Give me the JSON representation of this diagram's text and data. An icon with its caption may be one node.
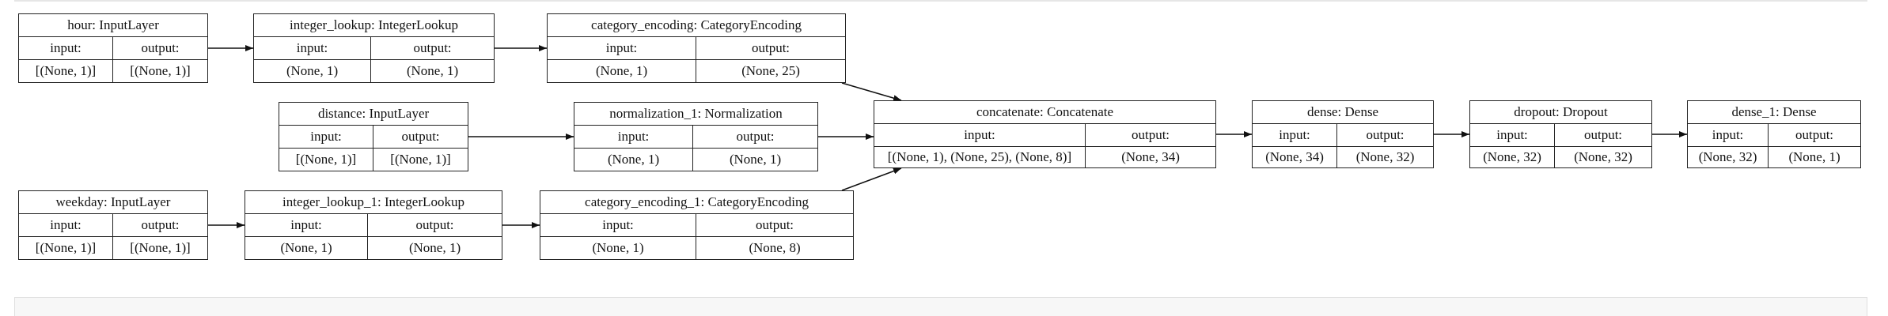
{
  "diagram": {
    "nodes": [
      {
        "text": [
          "hour: InputLayer",
          "input:",
          "output:",
          "[(None, 1)]",
          "[(None, 1)]"
        ]
      },
      {
        "text": [
          "integer_lookup: IntegerLookup",
          "input:",
          "output:",
          "(None, 1)",
          "(None, 1)"
        ]
      },
      {
        "text": [
          "category_encoding: CategoryEncoding",
          "input:",
          "output:",
          "(None, 1)",
          "(None, 25)"
        ]
      },
      {
        "text": [
          "distance: InputLayer",
          "input:",
          "output:",
          "[(None, 1)]",
          "[(None, 1)]"
        ]
      },
      {
        "text": [
          "normalization_1: Normalization",
          "input:",
          "output:",
          "(None, 1)",
          "(None, 1)"
        ]
      },
      {
        "text": [
          "concatenate: Concatenate",
          "input:",
          "output:",
          "[(None, 1), (None, 25), (None, 8)]",
          "(None, 34)"
        ]
      },
      {
        "text": [
          "dense: Dense",
          "input:",
          "output:",
          "(None, 34)",
          "(None, 32)"
        ]
      },
      {
        "text": [
          "dropout: Dropout",
          "input:",
          "output:",
          "(None, 32)",
          "(None, 32)"
        ]
      },
      {
        "text": [
          "dense_1: Dense",
          "input:",
          "output:",
          "(None, 32)",
          "(None, 1)"
        ]
      },
      {
        "text": [
          "weekday: InputLayer",
          "input:",
          "output:",
          "[(None, 1)]",
          "[(None, 1)]"
        ]
      },
      {
        "text": [
          "integer_lookup_1: IntegerLookup",
          "input:",
          "output:",
          "(None, 1)",
          "(None, 1)"
        ]
      },
      {
        "text": [
          "category_encoding_1: CategoryEncoding",
          "input:",
          "output:",
          "(None, 1)",
          "(None, 8)"
        ]
      }
    ],
    "edges": [
      {
        "from": 0,
        "to": 1,
        "arrow": "to"
      },
      {
        "from": 1,
        "to": 2,
        "arrow": "to"
      },
      {
        "from": 2,
        "to": 5,
        "arrow": "to"
      },
      {
        "from": 3,
        "to": 4,
        "arrow": "to"
      },
      {
        "from": 4,
        "to": 5,
        "arrow": "to"
      },
      {
        "from": 5,
        "to": 6,
        "arrow": "to"
      },
      {
        "from": 6,
        "to": 7,
        "arrow": "to"
      },
      {
        "from": 7,
        "to": 8,
        "arrow": "to"
      },
      {
        "from": 9,
        "to": 10,
        "arrow": "to"
      },
      {
        "from": 10,
        "to": 11,
        "arrow": "to"
      },
      {
        "from": 11,
        "to": 5,
        "arrow": "to"
      }
    ]
  }
}
